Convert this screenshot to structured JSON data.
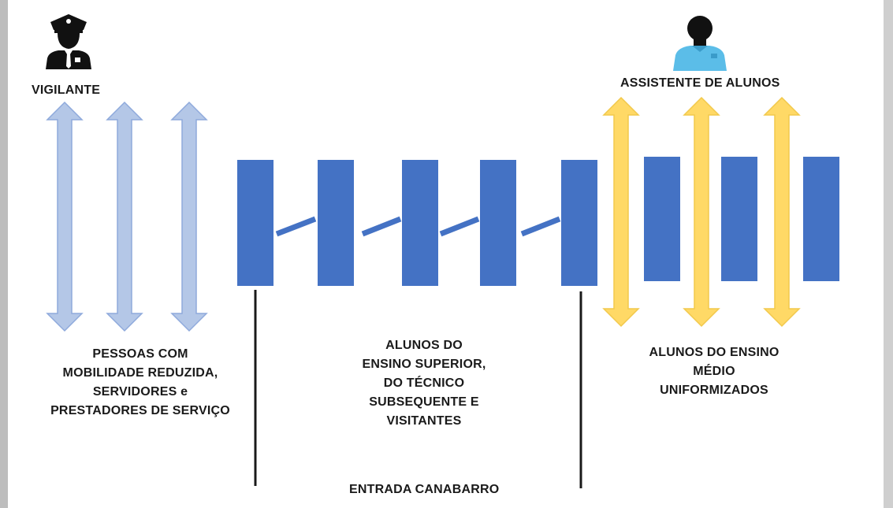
{
  "labels": {
    "vigilante": "VIGILANTE",
    "assistente": "ASSISTENTE DE ALUNOS",
    "left_group": [
      "PESSOAS COM",
      "MOBILIDADE REDUZIDA,",
      "SERVIDORES e",
      "PRESTADORES DE SERVIÇO"
    ],
    "middle_group": [
      "ALUNOS DO",
      "ENSINO SUPERIOR,",
      "DO TÉCNICO",
      "SUBSEQUENTE E",
      "VISITANTES"
    ],
    "right_group": [
      "ALUNOS DO ENSINO",
      "MÉDIO",
      "UNIFORMIZADOS"
    ],
    "entrance": "ENTRADA CANABARRO"
  },
  "icons": {
    "guard": "security-guard-icon",
    "assistant": "student-assistant-icon"
  },
  "colors": {
    "turnstile": "#4472c4",
    "light_arrow_fill": "#b4c7e7",
    "light_arrow_stroke": "#8faadc",
    "yellow_arrow_fill": "#ffd966",
    "yellow_arrow_stroke": "#f2c94c",
    "divider": "#1a1a1a",
    "page_edge": "#bdbdbd"
  }
}
